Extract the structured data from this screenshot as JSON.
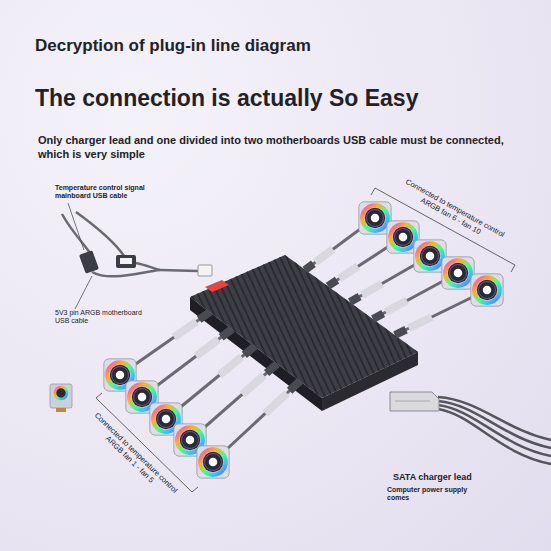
{
  "diagram": {
    "title": "Decryption of plug-in line diagram",
    "labels": [
      "The connection is actually So Easy",
      "Only charger lead and one divided into two motherboards USB cable must be connected, which is very simple",
      "Temperature control signal mainboard USB cable",
      "Connected to temperature control ARGB fan 6 - fan 10",
      "5V3 pin ARGB motherboard USB cable",
      "Connected to temperature control ARGB fan 1 - fan 5",
      "SATA charger lead",
      "Computer power supply comes"
    ]
  }
}
